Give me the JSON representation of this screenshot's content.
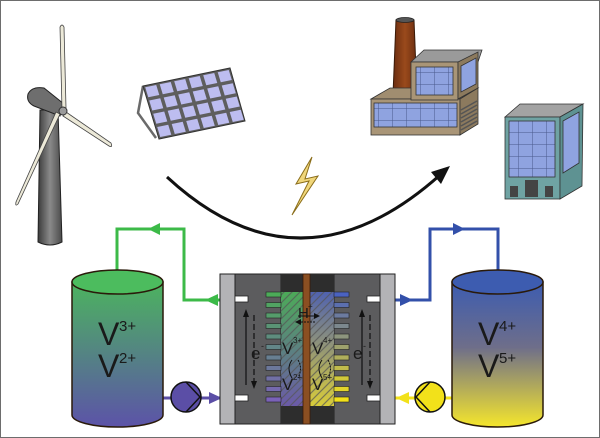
{
  "figure": {
    "left_tank": {
      "ion_top": "V",
      "ion_top_charge": "3+",
      "ion_bottom": "V",
      "ion_bottom_charge": "2+",
      "gradient_top": "#4cb35f",
      "gradient_bottom": "#5c53a8"
    },
    "right_tank": {
      "ion_top": "V",
      "ion_top_charge": "4+",
      "ion_bottom": "V",
      "ion_bottom_charge": "5+",
      "gradient_top": "#3d5cb0",
      "gradient_bottom": "#f5e62c"
    },
    "cell": {
      "left_electron": "e",
      "left_electron_charge": "-",
      "right_electron": "e",
      "right_electron_charge": "-",
      "proton": "H",
      "proton_charge": "+",
      "left_upper_ion": "V",
      "left_upper_charge": "3+",
      "left_lower_ion": "V",
      "left_lower_charge": "2+",
      "right_upper_ion": "V",
      "right_upper_charge": "4+",
      "right_lower_ion": "V",
      "right_lower_charge": "5+",
      "membrane_color": "#8b4f22"
    },
    "colors": {
      "green_line": "#3cba48",
      "blue_line": "#3350aa",
      "purple_line": "#5b4ea6",
      "yellow_line": "#f2e11a",
      "lightning": "#f0d67a"
    },
    "icons": [
      "wind-turbine-icon",
      "solar-panel-icon",
      "lightning-bolt-icon",
      "factory-icon",
      "office-building-icon",
      "pump-icon"
    ]
  }
}
